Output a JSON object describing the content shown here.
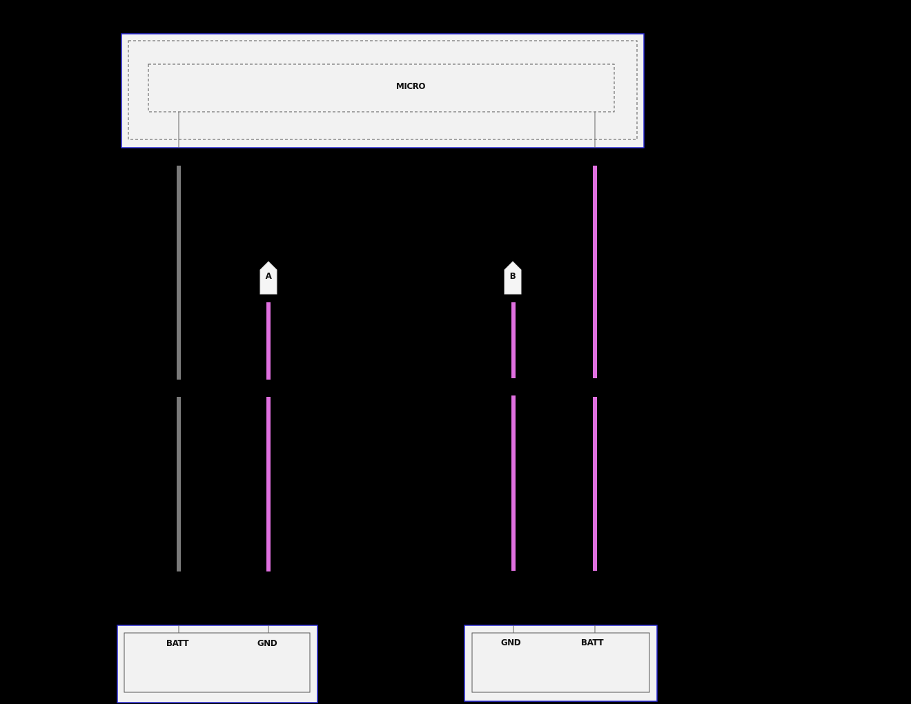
{
  "micro_module": {
    "label": "MICRO"
  },
  "connectors": [
    {
      "label": "A"
    },
    {
      "label": "B"
    }
  ],
  "left_module": {
    "pins": [
      "BATT",
      "GND"
    ]
  },
  "right_module": {
    "pins": [
      "GND",
      "BATT"
    ]
  },
  "colors": {
    "background": "#000000",
    "box_fill": "#f2f2f2",
    "box_border": "#2b2bd6",
    "wire_gray": "#7a7a7a",
    "wire_pink": "#e070e0"
  }
}
